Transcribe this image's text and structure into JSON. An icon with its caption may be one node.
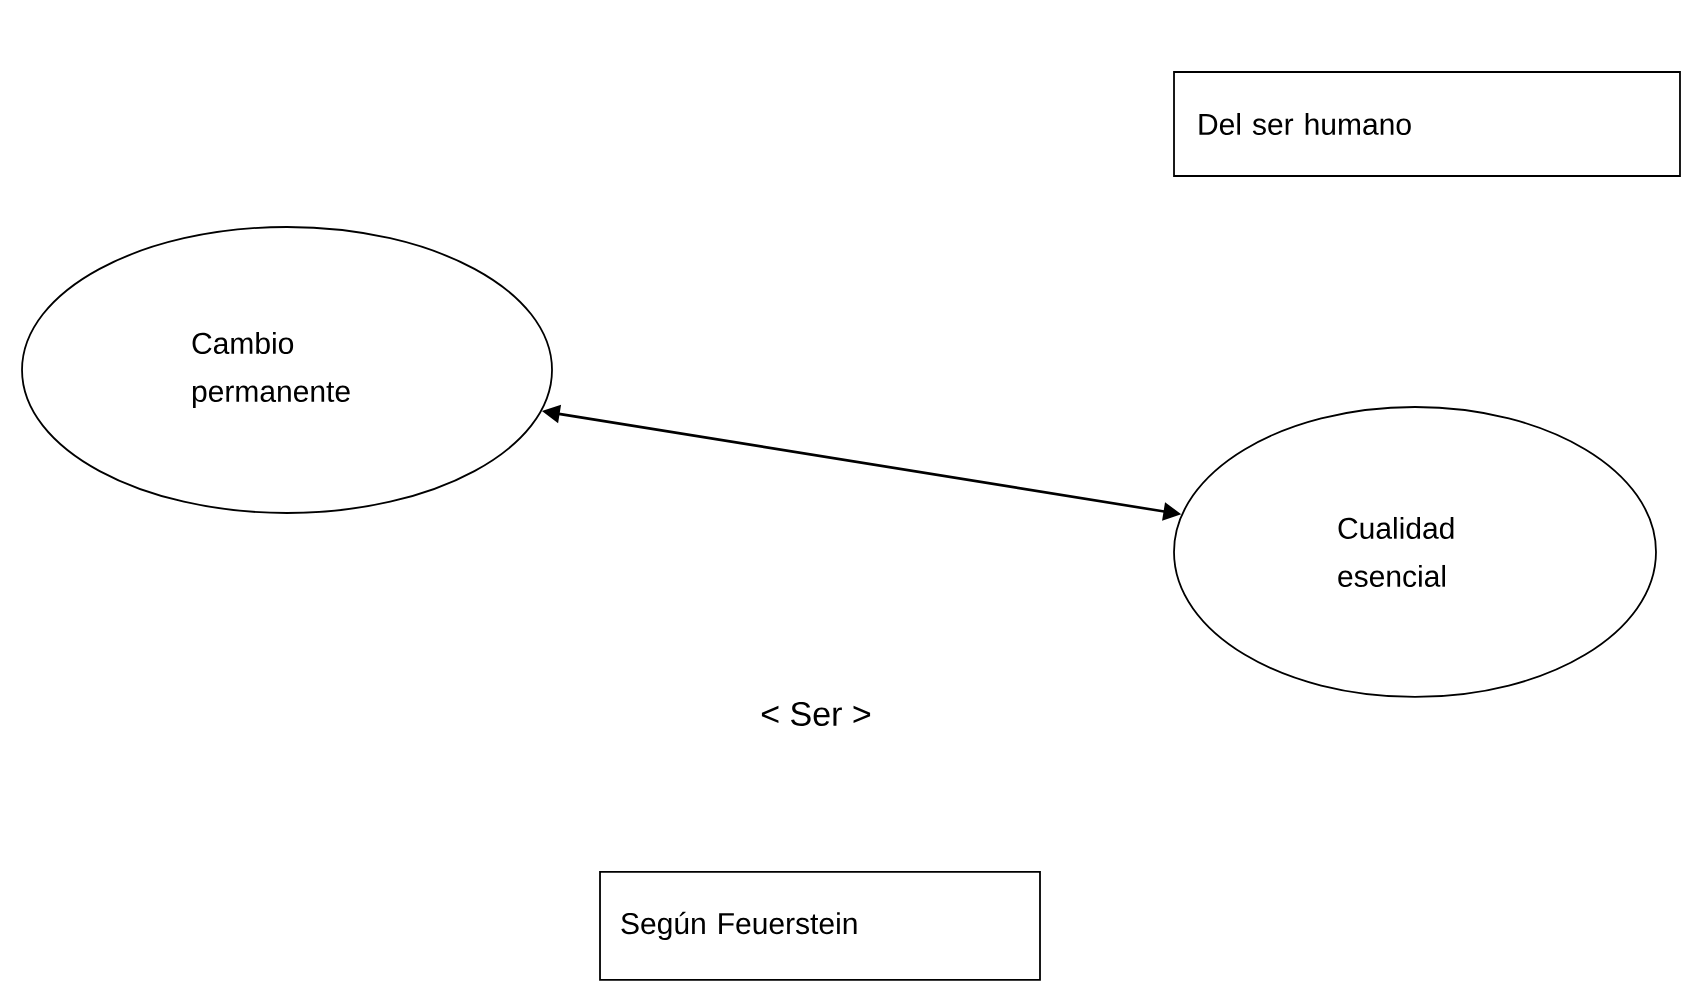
{
  "diagram": {
    "nodes": [
      {
        "text": [
          "Del ser humano"
        ]
      },
      {
        "text": [
          "Cambio permanente"
        ]
      },
      {
        "text": [
          "Cualidad esencial"
        ]
      },
      {
        "text": [
          "Según Feuerstein"
        ]
      }
    ],
    "edges": [
      {
        "from": 1,
        "to": 2,
        "arrow": "both"
      }
    ],
    "labels": [
      "< Ser >"
    ]
  }
}
